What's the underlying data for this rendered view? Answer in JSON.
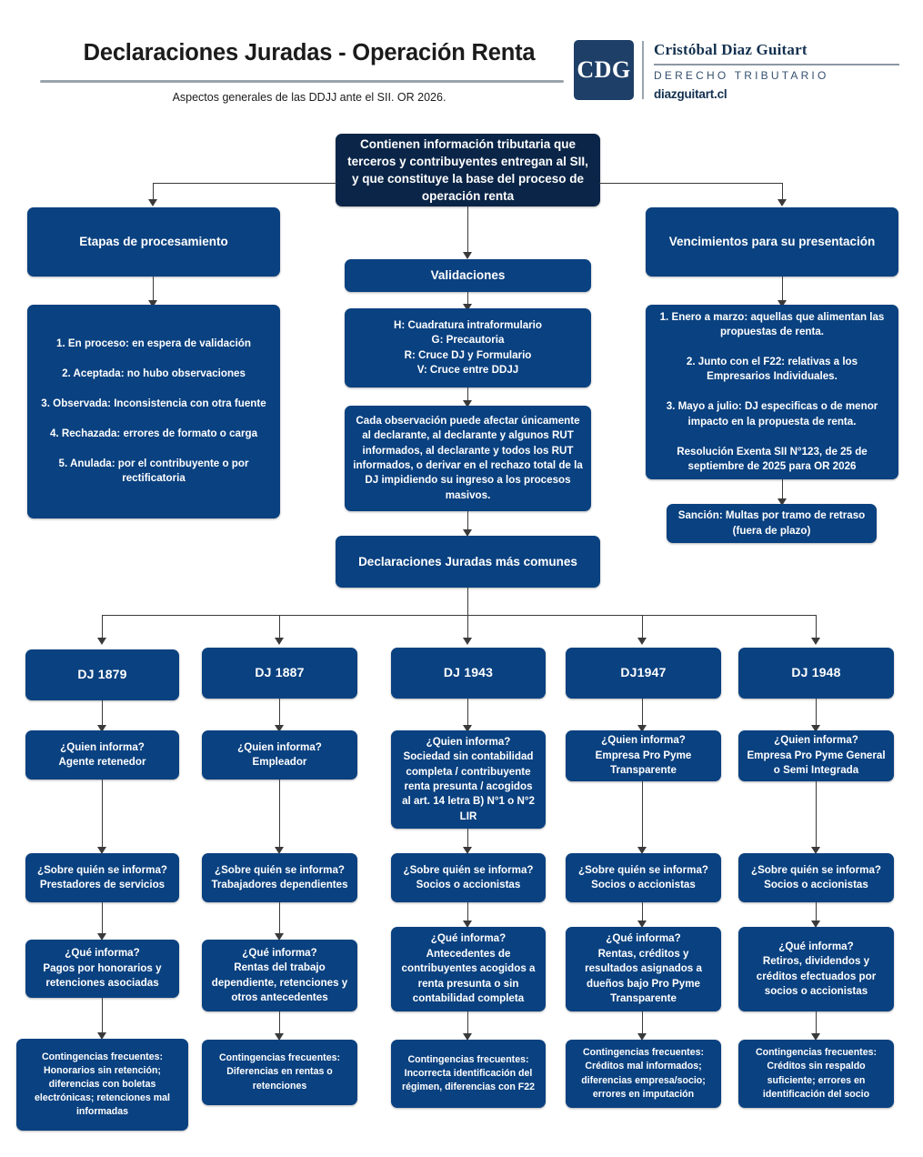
{
  "header": {
    "title": "Declaraciones Juradas - Operación Renta",
    "subtitle": "Aspectos generales de las DDJJ ante el SII. OR 2026.",
    "logo": {
      "mark": "CDG",
      "name": "Cristóbal Diaz Guitart",
      "tagline": "DERECHO TRIBUTARIO",
      "website": "diazguitart.cl"
    }
  },
  "colors": {
    "box_dark": "#0a2547",
    "box_blue": "#0a4180",
    "connector": "#3a3a3a",
    "brand_navy": "#13304f",
    "rule_gray": "#9aa4ad"
  },
  "flow": {
    "root": "Contienen información tributaria que terceros y contribuyentes entregan al SII, y que constituye la base del proceso de operación renta",
    "left": {
      "header": "Etapas de procesamiento",
      "detail": "1. En proceso: en espera de validación\n\n2. Aceptada: no hubo observaciones\n\n3. Observada: Inconsistencia con otra fuente\n\n4. Rechazada: errores de formato o carga\n\n5. Anulada: por el contribuyente o por rectificatoria"
    },
    "center": {
      "validations_header": "Validaciones",
      "validations_detail": "H: Cuadratura intraformulario\nG: Precautoria\nR: Cruce DJ y Formulario\nV: Cruce entre DDJJ",
      "observation_note": "Cada observación puede afectar únicamente al declarante, al declarante y algunos RUT informados, al declarante y todos los RUT informados, o derivar en el rechazo total de la DJ impidiendo su ingreso a los procesos masivos.",
      "common_header": "Declaraciones Juradas más comunes"
    },
    "right": {
      "header": "Vencimientos para su presentación",
      "detail": "1. Enero a marzo: aquellas que alimentan las propuestas de renta.\n\n2. Junto con el F22: relativas a los Empresarios Individuales.\n\n3. Mayo a julio: DJ especificas o de menor impacto en la propuesta de renta.\n\nResolución Exenta SII N°123, de 25 de septiembre de 2025 para OR 2026",
      "sanction": "Sanción: Multas por tramo de retraso (fuera de plazo)"
    }
  },
  "dj_columns": [
    {
      "title": "DJ 1879",
      "informa": "¿Quien informa?\nAgente retenedor",
      "sobre_quien": "¿Sobre quién se informa?\nPrestadores de servicios",
      "que_informa": "¿Qué informa?\nPagos por honorarios y retenciones asociadas",
      "contingencias": "Contingencias frecuentes: Honorarios sin retención; diferencias con boletas electrónicas; retenciones mal informadas"
    },
    {
      "title": "DJ 1887",
      "informa": "¿Quien informa?\nEmpleador",
      "sobre_quien": "¿Sobre quién se informa?\nTrabajadores dependientes",
      "que_informa": "¿Qué informa?\nRentas del trabajo dependiente, retenciones y otros antecedentes",
      "contingencias": "Contingencias frecuentes: Diferencias en rentas o retenciones"
    },
    {
      "title": "DJ 1943",
      "informa": "¿Quien informa?\nSociedad sin contabilidad completa / contribuyente renta presunta / acogidos al art. 14 letra B) N°1 o N°2 LIR",
      "sobre_quien": "¿Sobre quién se informa?\nSocios o accionistas",
      "que_informa": "¿Qué informa?\nAntecedentes de contribuyentes acogidos a renta presunta o sin contabilidad completa",
      "contingencias": "Contingencias frecuentes: Incorrecta identificación del régimen, diferencias con F22"
    },
    {
      "title": "DJ1947",
      "informa": "¿Quien informa?\nEmpresa Pro Pyme Transparente",
      "sobre_quien": "¿Sobre quién se informa?\nSocios o accionistas",
      "que_informa": "¿Qué informa?\nRentas, créditos y resultados asignados a dueños bajo Pro Pyme Transparente",
      "contingencias": "Contingencias frecuentes: Créditos mal informados; diferencias empresa/socio; errores en imputación"
    },
    {
      "title": "DJ 1948",
      "informa": "¿Quien informa?\nEmpresa Pro Pyme General o Semi Integrada",
      "sobre_quien": "¿Sobre quién se informa?\nSocios o accionistas",
      "que_informa": "¿Qué informa?\nRetiros, dividendos y créditos efectuados por socios o accionistas",
      "contingencias": "Contingencias frecuentes: Créditos sin respaldo suficiente; errores en identificación del socio"
    }
  ]
}
